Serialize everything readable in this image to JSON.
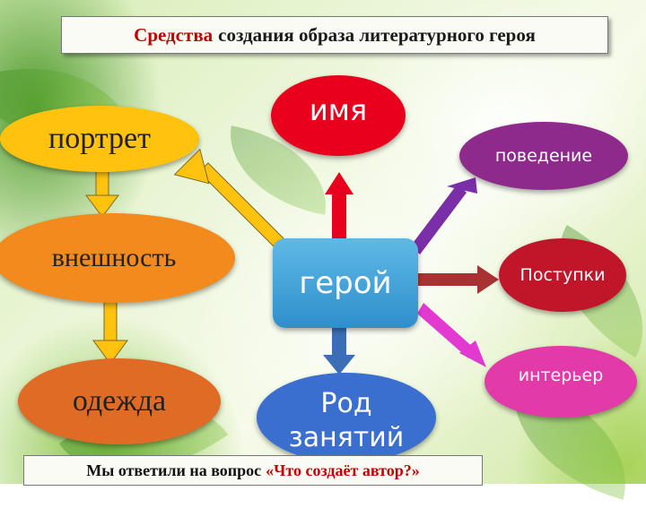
{
  "title": {
    "highlight": "Средства",
    "rest": "создания образа литературного героя"
  },
  "nodes": {
    "portrait": "портрет",
    "appearance": "внешность",
    "clothing": "одежда",
    "name": "имя",
    "hero": "герой",
    "behavior": "поведение",
    "actions": "Поступки",
    "interior": "интерьер",
    "occupation_line1": "Род",
    "occupation_line2": "занятий"
  },
  "footer": {
    "text": "Мы ответили на вопрос",
    "question": "«Что создаёт автор?»"
  },
  "colors": {
    "portrait": "#ffc20e",
    "appearance": "#f28a1e",
    "clothing": "#e06b24",
    "name": "#e8001c",
    "hero": "#3aa0d8",
    "behavior": "#8e2a8c",
    "actions": "#c1162a",
    "interior": "#e23aa8",
    "occupation": "#3a6fd0",
    "arrow_yellow": "#ffc20e",
    "arrow_red": "#e8001c",
    "arrow_purple": "#7a2fa8",
    "arrow_darkred": "#a83232",
    "arrow_magenta": "#e23ad0",
    "arrow_blue": "#3a6fb8"
  }
}
